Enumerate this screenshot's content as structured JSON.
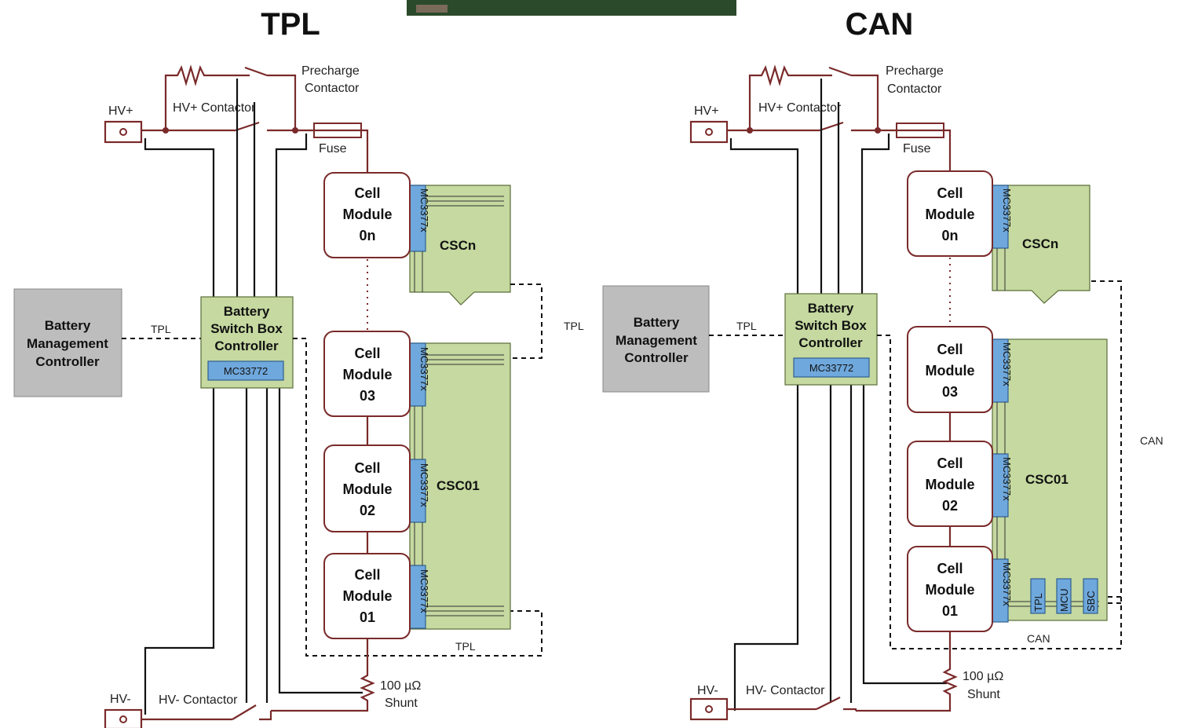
{
  "left": {
    "title": "TPL",
    "hv_plus": "HV+",
    "hv_minus": "HV-",
    "precharge": [
      "Precharge",
      "Contactor"
    ],
    "hv_plus_contactor": "HV+ Contactor",
    "hv_minus_contactor": "HV- Contactor",
    "fuse": "Fuse",
    "bmc": [
      "Battery",
      "Management",
      "Controller"
    ],
    "bsbc": [
      "Battery",
      "Switch Box",
      "Controller"
    ],
    "bsbc_chip": "MC33772",
    "link_bmc": "TPL",
    "link_mid": "TPL",
    "link_bottom": "TPL",
    "cells": [
      [
        "Cell",
        "Module",
        "0n"
      ],
      [
        "Cell",
        "Module",
        "03"
      ],
      [
        "Cell",
        "Module",
        "02"
      ],
      [
        "Cell",
        "Module",
        "01"
      ]
    ],
    "chip": "MC3377x",
    "csc_top": "CSCn",
    "csc_main": "CSC01",
    "shunt": [
      "100 µΩ",
      "Shunt"
    ]
  },
  "right": {
    "title": "CAN",
    "hv_plus": "HV+",
    "hv_minus": "HV-",
    "precharge": [
      "Precharge",
      "Contactor"
    ],
    "hv_plus_contactor": "HV+ Contactor",
    "hv_minus_contactor": "HV- Contactor",
    "fuse": "Fuse",
    "bmc": [
      "Battery",
      "Management",
      "Controller"
    ],
    "bsbc": [
      "Battery",
      "Switch Box",
      "Controller"
    ],
    "bsbc_chip": "MC33772",
    "link_bmc": "TPL",
    "link_side": "CAN",
    "link_bottom": "CAN",
    "cells": [
      [
        "Cell",
        "Module",
        "0n"
      ],
      [
        "Cell",
        "Module",
        "03"
      ],
      [
        "Cell",
        "Module",
        "02"
      ],
      [
        "Cell",
        "Module",
        "01"
      ]
    ],
    "chip": "MC3377x",
    "csc_top": "CSCn",
    "csc_main": "CSC01",
    "small_chips": [
      "TPL",
      "MCU",
      "SBC"
    ],
    "shunt": [
      "100 µΩ",
      "Shunt"
    ]
  },
  "colors": {
    "wire": "#7a2a2a",
    "board_green": "#c5d9a0",
    "chip_blue": "#6fa8dc",
    "bmc_gray": "#bdbdbd"
  }
}
